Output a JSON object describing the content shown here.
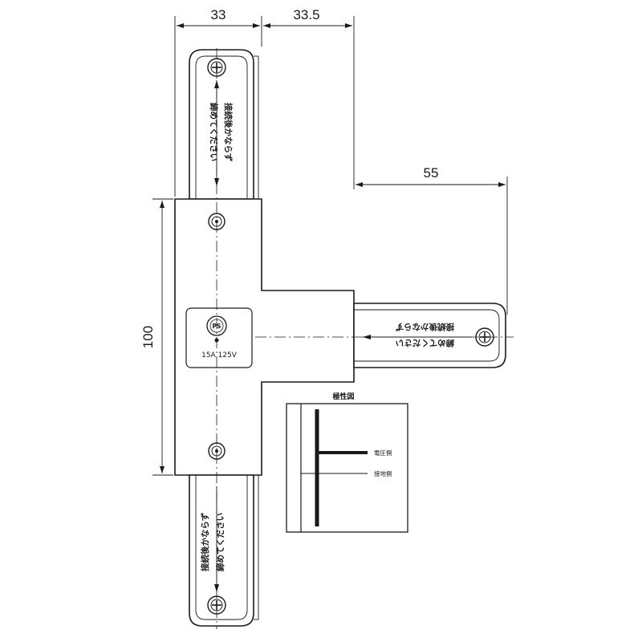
{
  "dimensions": {
    "top_left_width": "33",
    "top_right_offset": "33.5",
    "right_arm_length": "55",
    "left_height": "100"
  },
  "rating_label": "15A 125V",
  "center_mark": "PS",
  "arm_text_top": "接続後かならず締めてください",
  "arm_text_bottom": "接続後かならず締めてください",
  "arm_text_right": "接続後かならず締めてください",
  "polarity_diagram": {
    "title": "極性図",
    "voltage_side": "電圧側",
    "ground_side": "接地側"
  }
}
